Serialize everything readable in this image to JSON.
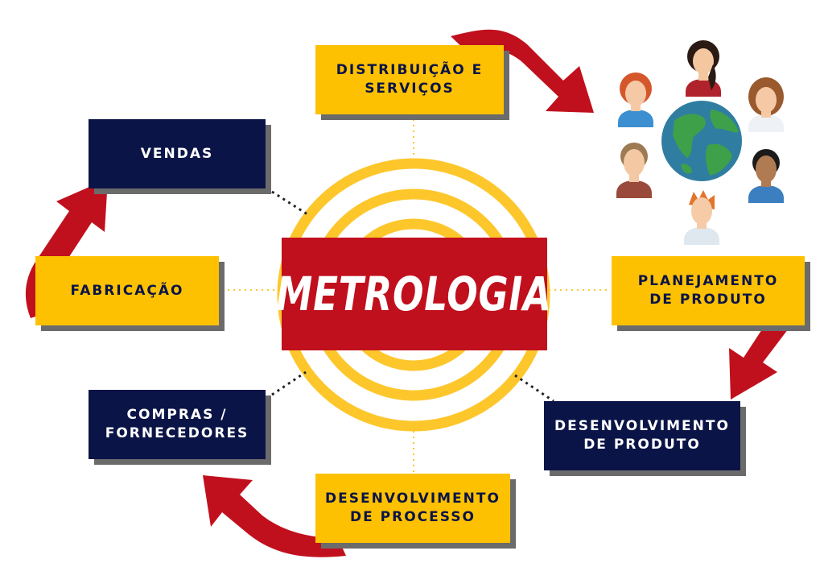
{
  "center": {
    "label": "METROLOGIA"
  },
  "nodes": {
    "distribuicao": {
      "line1": "DISTRIBUIÇÃO E",
      "line2": "SERVIÇOS"
    },
    "vendas": {
      "line1": "VENDAS"
    },
    "fabricacao": {
      "line1": "FABRICAÇÃO"
    },
    "compras": {
      "line1": "COMPRAS /",
      "line2": "FORNECEDORES"
    },
    "processo": {
      "line1": "DESENVOLVIMENTO",
      "line2": "DE PROCESSO"
    },
    "desenvolvimento": {
      "line1": "DESENVOLVIMENTO",
      "line2": "DE PRODUTO"
    },
    "planejamento": {
      "line1": "PLANEJAMENTO",
      "line2": "DE PRODUTO"
    }
  },
  "colors": {
    "yellow": "#fec102",
    "navy": "#0b1447",
    "red": "#c1101d",
    "ring": "#fdc72c",
    "shadow": "#6b6b6b"
  },
  "icons": [
    "globe-icon",
    "customer-avatar-icon",
    "red-arrow-icon"
  ]
}
